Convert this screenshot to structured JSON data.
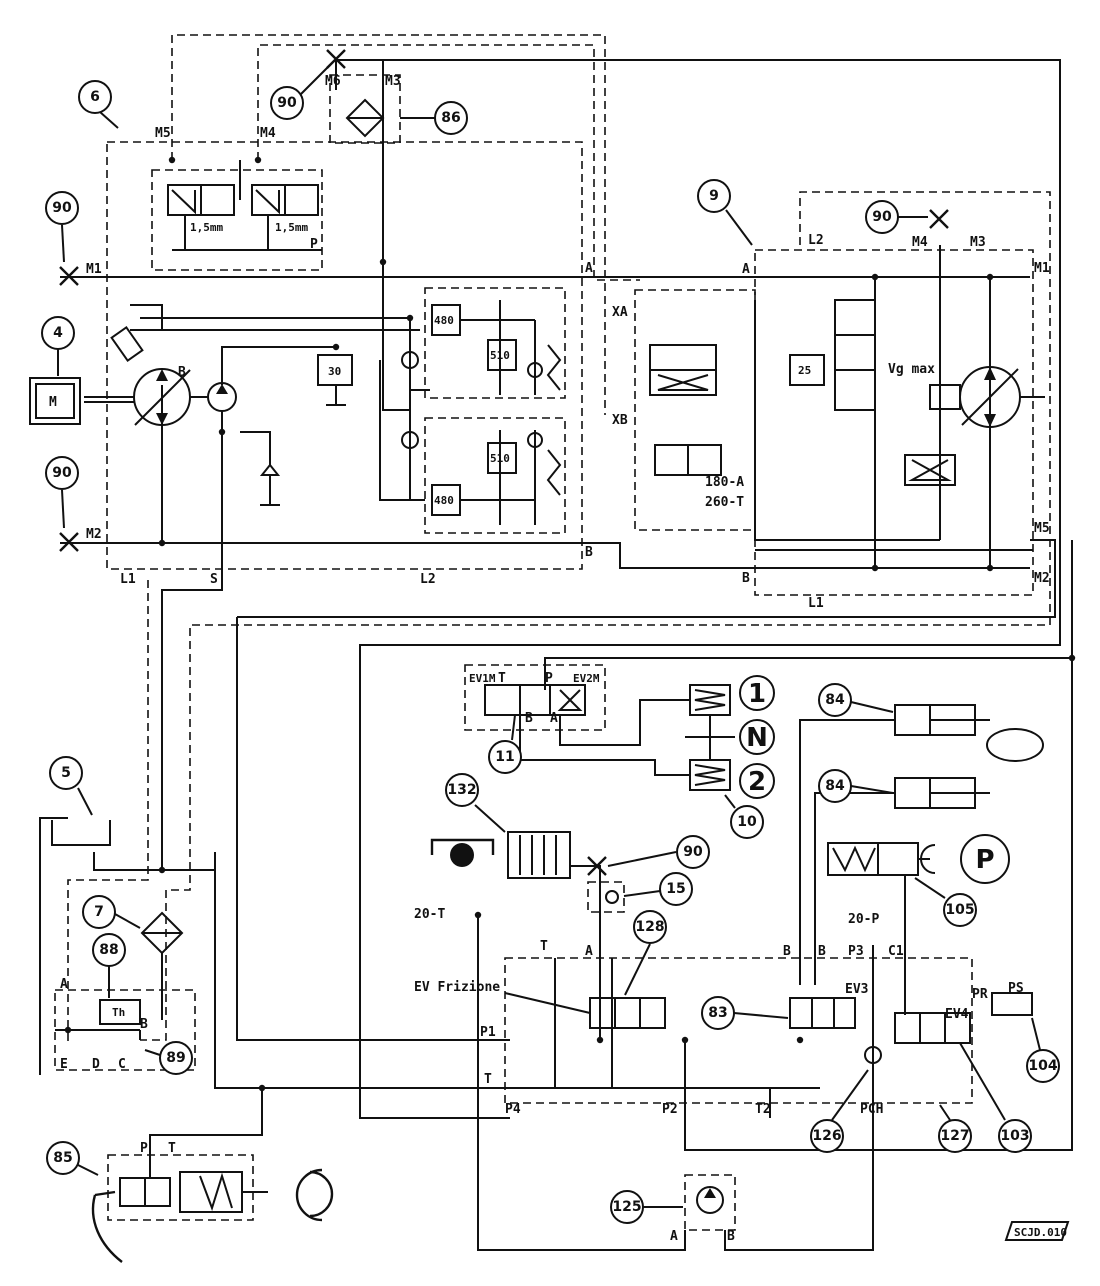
{
  "callouts": [
    "6",
    "90",
    "86",
    "9",
    "4",
    "5",
    "7",
    "88",
    "89",
    "85",
    "11",
    "10",
    "132",
    "15",
    "84",
    "105",
    "128",
    "83",
    "104",
    "103",
    "127",
    "126",
    "125"
  ],
  "ports": {
    "M1": "M1",
    "M2": "M2",
    "M3": "M3",
    "M4": "M4",
    "M5": "M5",
    "M6": "M6",
    "L1": "L1",
    "L2": "L2",
    "S": "S",
    "A": "A",
    "B": "B",
    "P": "P",
    "T": "T",
    "XA": "XA",
    "XB": "XB",
    "C": "C",
    "D": "D",
    "E": "E",
    "C1": "C1",
    "P1": "P1",
    "P2": "P2",
    "P3": "P3",
    "P4": "P4",
    "T2": "T2",
    "PCH": "PCH",
    "PR": "PR",
    "PS": "PS"
  },
  "valve_labels": {
    "orifice": "1,5mm",
    "relief_480": "480",
    "relief_510": "510",
    "relief_30": "30",
    "relief_25": "25",
    "motor": "M",
    "vg_max": "Vg max",
    "ev1m": "EV1M",
    "ev2m": "EV2M",
    "ev3": "EV3",
    "ev4": "EV4",
    "ev_frizione": "EV Frizione",
    "setting_a": "180-A",
    "setting_t": "260-T",
    "line_20t": "20-T",
    "line_20p": "20-P",
    "th": "Th"
  },
  "gears": {
    "first": "1",
    "neutral": "N",
    "second": "2",
    "park": "P"
  },
  "drawing_code": "SCJD.010"
}
